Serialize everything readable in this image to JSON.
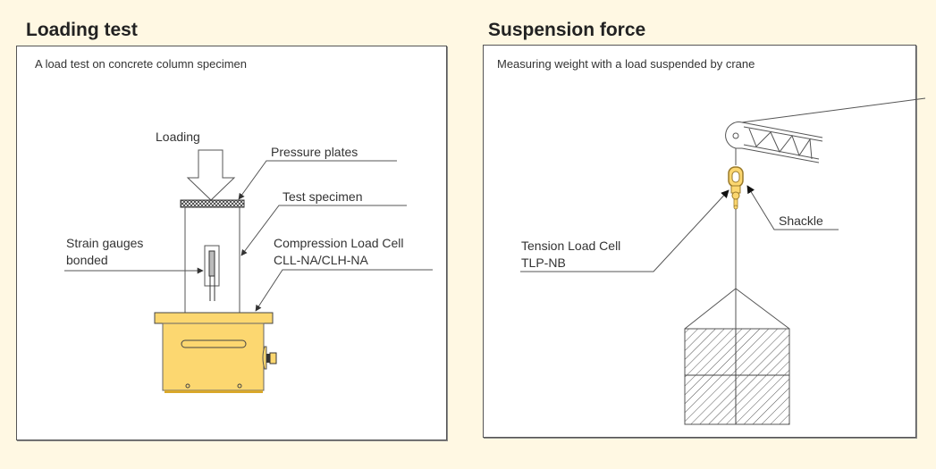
{
  "panels": [
    {
      "title": "Loading test",
      "subtitle": "A load test on concrete column specimen",
      "labels": {
        "loading": "Loading",
        "pressure_plates": "Pressure plates",
        "test_specimen": "Test specimen",
        "strain_gauges_line1": "Strain gauges",
        "strain_gauges_line2": "bonded",
        "load_cell_line1": "Compression Load Cell",
        "load_cell_line2": "CLL-NA/CLH-NA"
      }
    },
    {
      "title": "Suspension force",
      "subtitle": "Measuring weight with a load suspended by crane",
      "labels": {
        "shackle": "Shackle",
        "load_cell_line1": "Tension Load Cell",
        "load_cell_line2": "TLP-NB"
      }
    }
  ],
  "colors": {
    "background": "#fff8e3",
    "load_cell_yellow": "#fcd770",
    "load_cell_outline": "#9a7a2a",
    "line": "#555555"
  }
}
